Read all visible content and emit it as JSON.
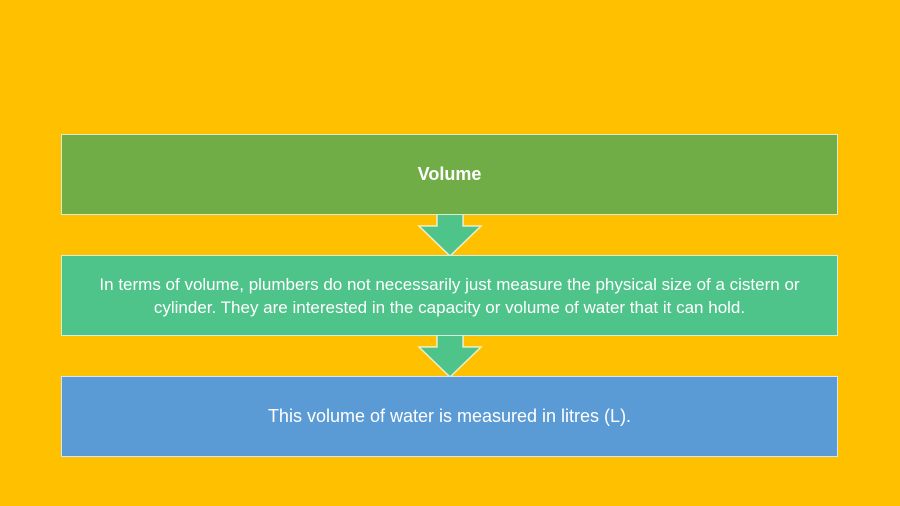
{
  "colors": {
    "background": "#FFC000",
    "box_1": "#70AD47",
    "box_2": "#4EC38A",
    "box_3": "#5B9BD5",
    "arrow": "#4EC38A"
  },
  "diagram": {
    "steps": [
      {
        "text": "Volume"
      },
      {
        "text": "In terms of volume, plumbers do not necessarily just measure the  physical size of a cistern or cylinder. They are interested in the capacity  or volume of water that it can hold."
      },
      {
        "text": "This volume of water is measured in litres (L)."
      }
    ]
  }
}
